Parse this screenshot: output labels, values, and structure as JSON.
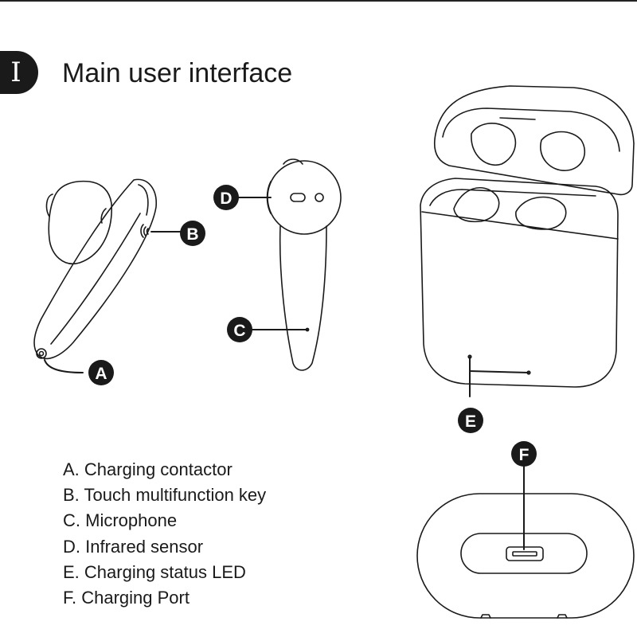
{
  "section": {
    "numeral": "I",
    "title": "Main user interface"
  },
  "markers": {
    "a": "A",
    "b": "B",
    "c": "C",
    "d": "D",
    "e": "E",
    "f": "F"
  },
  "legend": [
    "A. Charging contactor",
    "B. Touch multifunction key",
    "C. Microphone",
    "D. Infrared sensor",
    "E. Charging status LED",
    "F. Charging Port"
  ],
  "colors": {
    "ink": "#1a1a1a",
    "paper": "#ffffff"
  }
}
